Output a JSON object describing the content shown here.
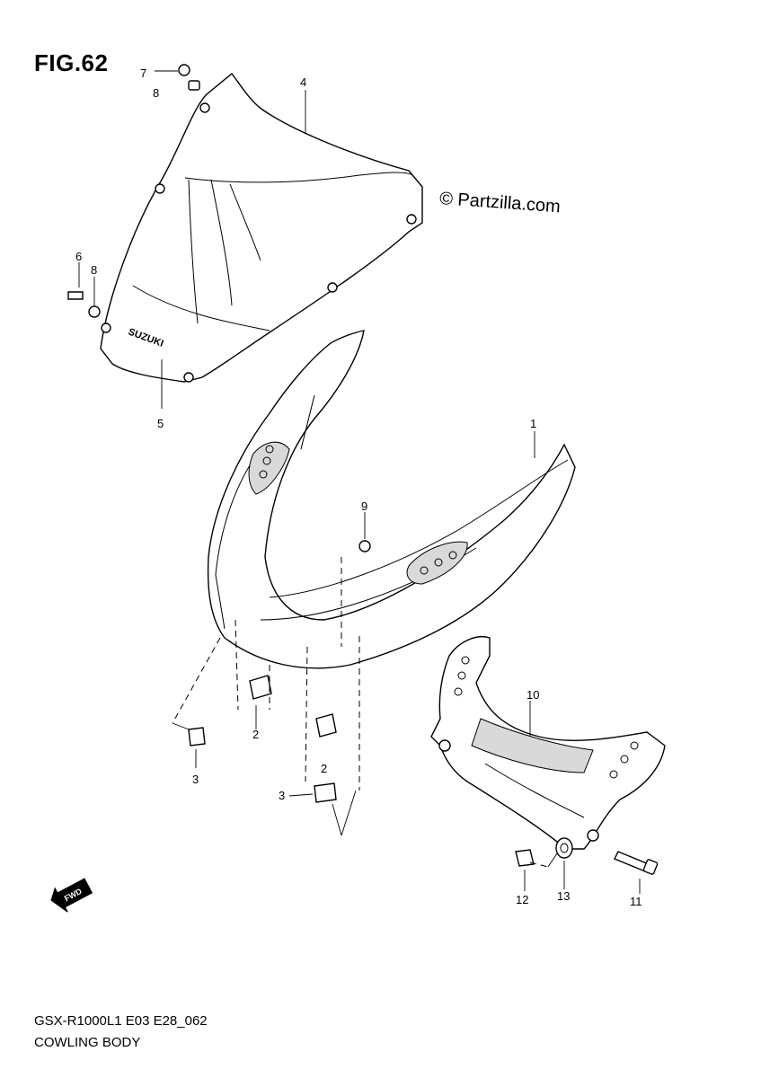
{
  "figure": {
    "title": "FIG.62"
  },
  "watermark": {
    "text": "© Partzilla.com"
  },
  "footer": {
    "model_code": "GSX-R1000L1 E03 E28_062",
    "assembly_name": "COWLING BODY",
    "fine_print": [
      "",
      ""
    ]
  },
  "direction_badge": {
    "label": "FWD",
    "icon": "fwd-arrow-icon"
  },
  "windscreen_brand": "SUZUKI",
  "callouts": {
    "c1": "1",
    "c2a": "2",
    "c2b": "2",
    "c3a": "3",
    "c3b": "3",
    "c4": "4",
    "c5": "5",
    "c6": "6",
    "c7": "7",
    "c8a": "8",
    "c8b": "8",
    "c9": "9",
    "c10": "10",
    "c11": "11",
    "c12": "12",
    "c13": "13"
  }
}
